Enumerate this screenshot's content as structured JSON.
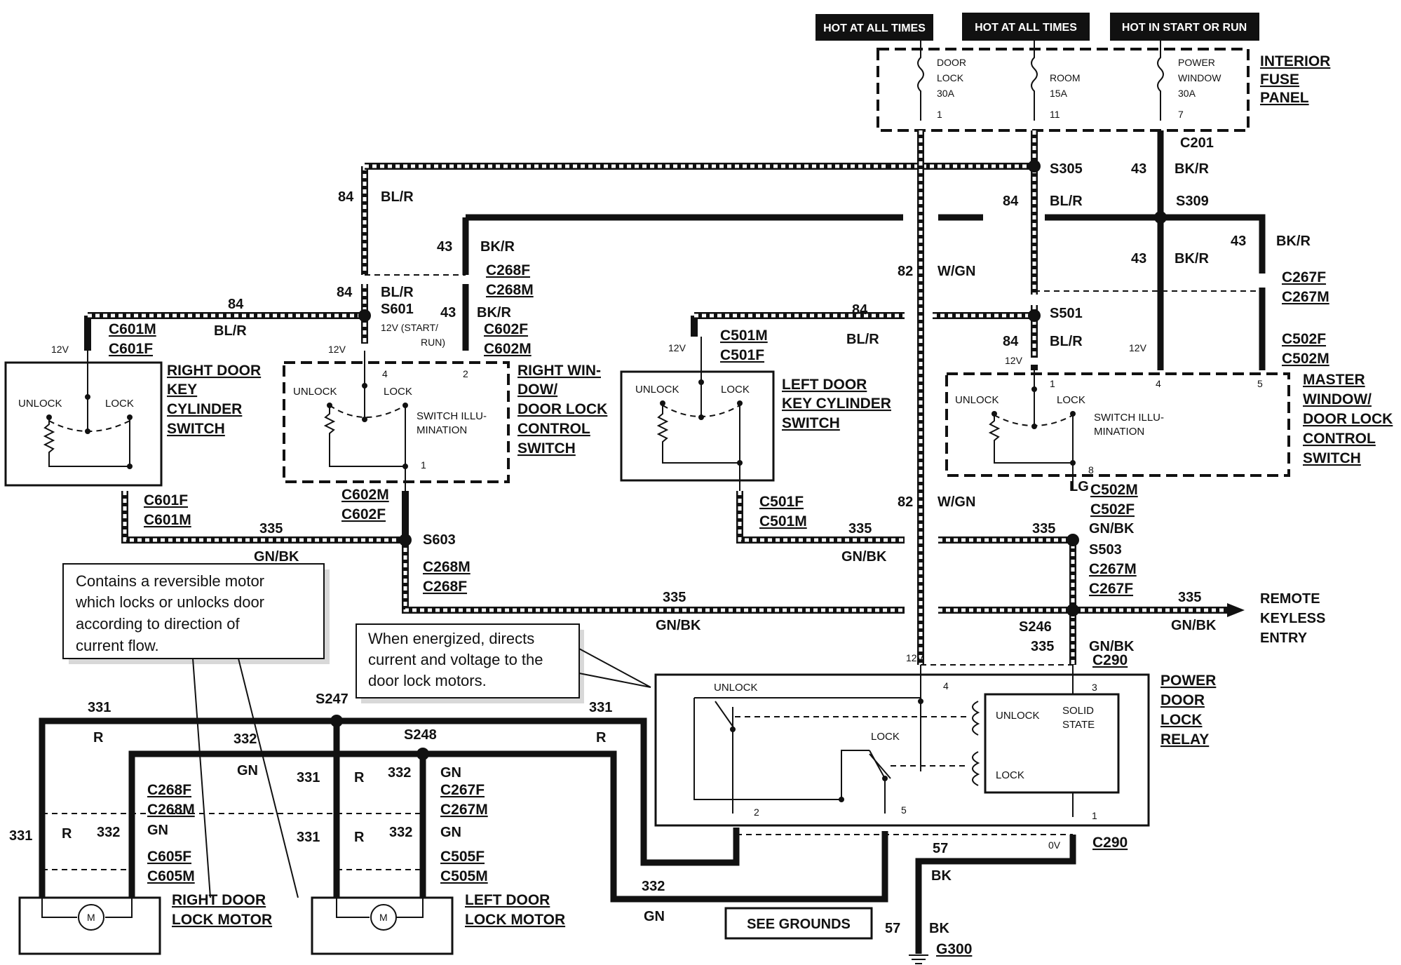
{
  "fuse_panel": {
    "hot_labels": [
      "HOT AT ALL TIMES",
      "HOT AT ALL TIMES",
      "HOT IN START OR RUN"
    ],
    "title": [
      "INTERIOR",
      "FUSE",
      "PANEL"
    ],
    "fuses": [
      {
        "name1": "DOOR",
        "name2": "LOCK",
        "amps": "30A",
        "pin": "1"
      },
      {
        "name1": "",
        "name2": "ROOM",
        "amps": "15A",
        "pin": "11"
      },
      {
        "name1": "POWER",
        "name2": "WINDOW",
        "amps": "30A",
        "pin": "7"
      }
    ]
  },
  "components": {
    "right_key_switch": [
      "RIGHT DOOR",
      "KEY",
      "CYLINDER",
      "SWITCH"
    ],
    "right_control_switch": [
      "RIGHT WIN-",
      "DOW/",
      "DOOR LOCK",
      "CONTROL",
      "SWITCH"
    ],
    "left_key_switch": [
      "LEFT DOOR",
      "KEY CYLINDER",
      "SWITCH"
    ],
    "master_switch": [
      "MASTER",
      "WINDOW/",
      "DOOR LOCK",
      "CONTROL",
      "SWITCH"
    ],
    "relay": [
      "POWER",
      "DOOR",
      "LOCK",
      "RELAY"
    ],
    "right_motor": [
      "RIGHT DOOR",
      "LOCK MOTOR"
    ],
    "left_motor": [
      "LEFT DOOR",
      "LOCK MOTOR"
    ],
    "remote": [
      "REMOTE",
      "KEYLESS",
      "ENTRY"
    ],
    "see_grounds": "SEE GROUNDS"
  },
  "switch_labels": {
    "unlock": "UNLOCK",
    "lock": "LOCK",
    "illum_1": "SWITCH ILLU-",
    "illum_2": "MINATION",
    "start_run_1": "12V (START/",
    "start_run_2": "RUN)"
  },
  "relay_labels": {
    "unlock": "UNLOCK",
    "lock": "LOCK",
    "solid_1": "SOLID",
    "solid_2": "STATE"
  },
  "notes": {
    "motor": [
      "Contains a reversible motor",
      "which locks or unlocks door",
      "according to direction of",
      "current flow."
    ],
    "relay": [
      "When energized, directs",
      "current and voltage to the",
      "door lock motors."
    ]
  },
  "splices": [
    "S305",
    "S309",
    "S501",
    "S601",
    "S603",
    "S503",
    "S246",
    "S247",
    "S248"
  ],
  "connectors": {
    "c201": "C201",
    "c268f": "C268F",
    "c268m": "C268M",
    "c267f": "C267F",
    "c267m": "C267M",
    "c601m": "C601M",
    "c601f": "C601F",
    "c602f": "C602F",
    "c602m": "C602M",
    "c501m": "C501M",
    "c501f": "C501F",
    "c502f": "C502F",
    "c502m": "C502M",
    "c290": "C290",
    "c605f": "C605F",
    "c605m": "C605M",
    "c505f": "C505F",
    "c505m": "C505M",
    "g300": "G300"
  },
  "circuits": {
    "c84": "84",
    "blr": "BL/R",
    "c43": "43",
    "bkr": "BK/R",
    "c82": "82",
    "wgn": "W/GN",
    "c335": "335",
    "gnbk": "GN/BK",
    "c331": "331",
    "r": "R",
    "c332": "332",
    "gn": "GN",
    "c57": "57",
    "bk": "BK",
    "lg": "LG"
  },
  "voltages": {
    "v12": "12V",
    "v0": "0V"
  },
  "pins": {
    "p1": "1",
    "p2": "2",
    "p3": "3",
    "p4": "4",
    "p5": "5",
    "p7": "7",
    "p8": "8",
    "p11": "11"
  }
}
